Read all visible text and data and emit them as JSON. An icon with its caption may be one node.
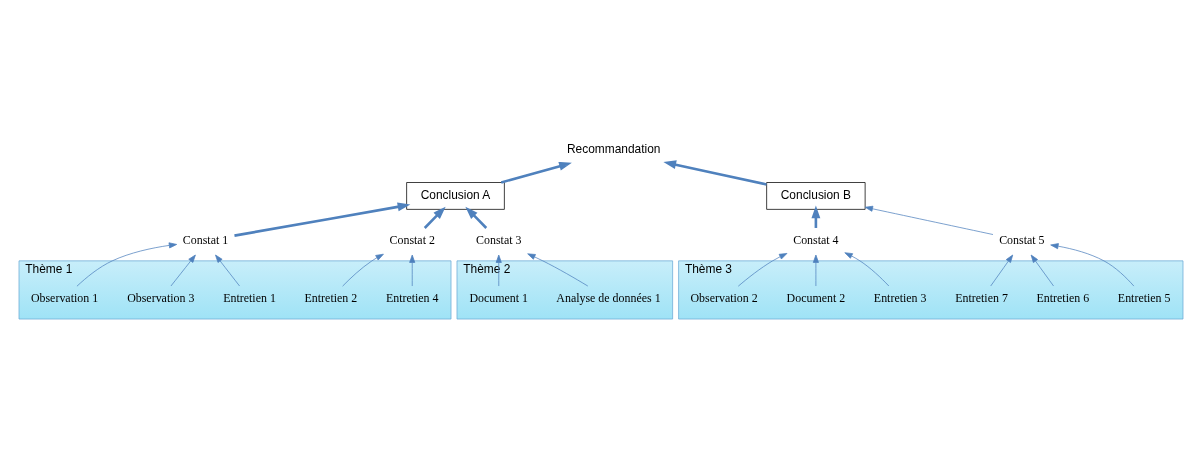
{
  "diagram": {
    "nodes": [
      {
        "text": [
          "Recommandation"
        ]
      },
      {
        "text": [
          "Conclusion A"
        ]
      },
      {
        "text": [
          "Conclusion B"
        ]
      },
      {
        "text": [
          "Constat 1"
        ]
      },
      {
        "text": [
          "Constat 2"
        ]
      },
      {
        "text": [
          "Constat 3"
        ]
      },
      {
        "text": [
          "Constat 4"
        ]
      },
      {
        "text": [
          "Constat 5"
        ]
      },
      {
        "text": [
          "Thème 1"
        ]
      },
      {
        "text": [
          "Entretien 1"
        ],
        "in": 8
      },
      {
        "text": [
          "Entretien 2"
        ],
        "in": 8
      },
      {
        "text": [
          "Observation 1"
        ],
        "in": 8
      },
      {
        "text": [
          "Entretien 4"
        ],
        "in": 8
      },
      {
        "text": [
          "Observation 3"
        ],
        "in": 8
      },
      {
        "text": [
          "Thème 2"
        ]
      },
      {
        "text": [
          "Analyse de données 1"
        ],
        "in": 14
      },
      {
        "text": [
          "Document 1"
        ],
        "in": 14
      },
      {
        "text": [
          "Thème 3"
        ]
      },
      {
        "text": [
          "Entretien 3"
        ],
        "in": 17
      },
      {
        "text": [
          "Entretien 5"
        ],
        "in": 17
      },
      {
        "text": [
          "Observation 2"
        ],
        "in": 17
      },
      {
        "text": [
          "Entretien 6"
        ],
        "in": 17
      },
      {
        "text": [
          "Document 2"
        ],
        "in": 17
      },
      {
        "text": [
          "Entretien 7"
        ],
        "in": 17
      }
    ],
    "edges": [
      {
        "from": 1,
        "to": 0,
        "arrow": "to",
        "style": "thick"
      },
      {
        "from": 2,
        "to": 0,
        "arrow": "to",
        "style": "thick"
      },
      {
        "from": 3,
        "to": 1,
        "arrow": "to",
        "style": "thick"
      },
      {
        "from": 4,
        "to": 1,
        "arrow": "to",
        "style": "thick"
      },
      {
        "from": 5,
        "to": 1,
        "arrow": "to",
        "style": "thick"
      },
      {
        "from": 6,
        "to": 2,
        "arrow": "to",
        "style": "thick"
      },
      {
        "from": 7,
        "to": 2,
        "arrow": "to"
      },
      {
        "from": 9,
        "to": 3,
        "arrow": "to"
      },
      {
        "from": 11,
        "to": 3,
        "arrow": "to"
      },
      {
        "from": 13,
        "to": 3,
        "arrow": "to"
      },
      {
        "from": 10,
        "to": 4,
        "arrow": "to"
      },
      {
        "from": 12,
        "to": 4,
        "arrow": "to"
      },
      {
        "from": 15,
        "to": 5,
        "arrow": "to"
      },
      {
        "from": 16,
        "to": 5,
        "arrow": "to"
      },
      {
        "from": 18,
        "to": 6,
        "arrow": "to"
      },
      {
        "from": 20,
        "to": 6,
        "arrow": "to"
      },
      {
        "from": 22,
        "to": 6,
        "arrow": "to"
      },
      {
        "from": 19,
        "to": 7,
        "arrow": "to"
      },
      {
        "from": 21,
        "to": 7,
        "arrow": "to"
      },
      {
        "from": 23,
        "to": 7,
        "arrow": "to"
      }
    ]
  }
}
